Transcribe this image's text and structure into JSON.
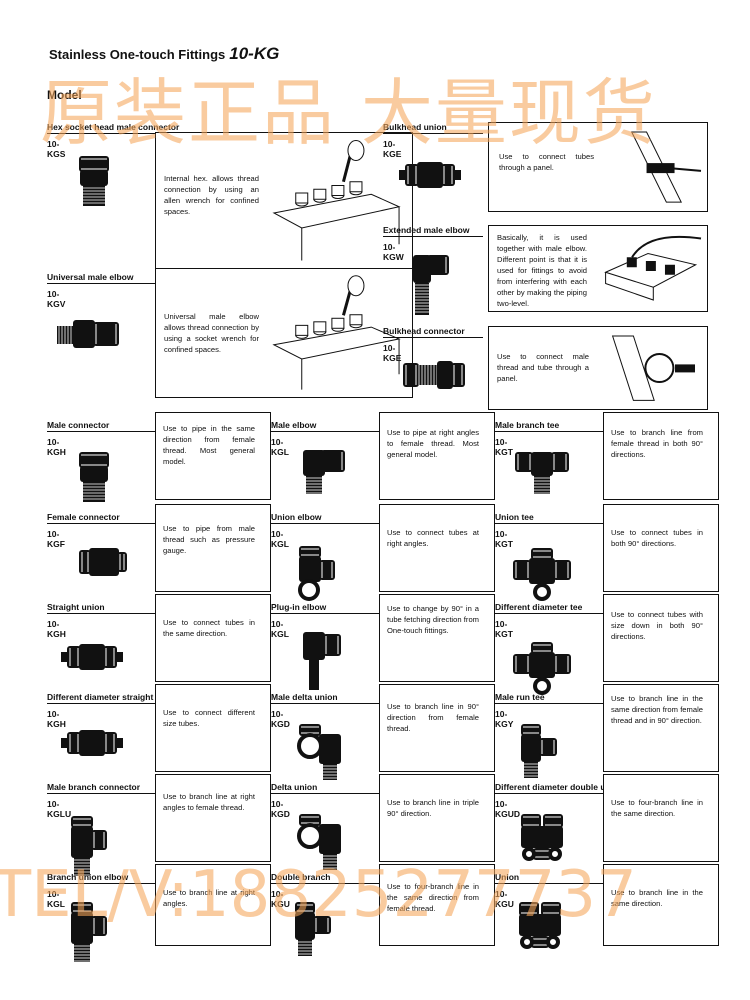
{
  "header": {
    "title": "Stainless One-touch Fittings",
    "code": "10-KG"
  },
  "section": {
    "title": "Model"
  },
  "items": [
    {
      "title": "Hex socket head male connector",
      "code": "10-KGS",
      "desc": "Internal hex. allows thread connection by using an allen wrench for confined spaces."
    },
    {
      "title": "Bulkhead union",
      "code": "10-KGE",
      "desc": "Use to connect tubes through a panel."
    },
    {
      "title": "Extended male elbow",
      "code": "10-KGW",
      "desc": "Basically, it is used together with male elbow. Different point is that it is used for fittings to avoid from interfering with each other by making the piping two-level."
    },
    {
      "title": "Universal male elbow",
      "code": "10-KGV",
      "desc": "Universal male elbow allows thread connection by using a socket wrench for confined spaces."
    },
    {
      "title": "Bulkhead connector",
      "code": "10-KGE",
      "desc": "Use to connect male thread and tube through a panel."
    },
    {
      "title": "Male connector",
      "code": "10-KGH",
      "desc": "Use to pipe in the same direction from female thread. Most general model."
    },
    {
      "title": "Male elbow",
      "code": "10-KGL",
      "desc": "Use to pipe at right angles to female thread. Most general model."
    },
    {
      "title": "Male branch tee",
      "code": "10-KGT",
      "desc": "Use to branch line from female thread in both 90° directions."
    },
    {
      "title": "Female connector",
      "code": "10-KGF",
      "desc": "Use to pipe from male thread such as pressure gauge."
    },
    {
      "title": "Union elbow",
      "code": "10-KGL",
      "desc": "Use to connect tubes at right angles."
    },
    {
      "title": "Union tee",
      "code": "10-KGT",
      "desc": "Use to connect tubes in both 90° directions."
    },
    {
      "title": "Straight union",
      "code": "10-KGH",
      "desc": "Use to connect tubes in the same direction."
    },
    {
      "title": "Plug-in elbow",
      "code": "10-KGL",
      "desc": "Use to change by 90° in a tube fetching direction from One-touch fittings."
    },
    {
      "title": "Different diameter tee",
      "code": "10-KGT",
      "desc": "Use to connect tubes with size down in both 90° directions."
    },
    {
      "title": "Different diameter straight",
      "code": "10-KGH",
      "desc": "Use to connect different size tubes."
    },
    {
      "title": "Male delta union",
      "code": "10-KGD",
      "desc": "Use to branch line in 90° direction from female thread."
    },
    {
      "title": "Male run tee",
      "code": "10-KGY",
      "desc": "Use to branch line in the same direction from female thread and in 90° direction."
    },
    {
      "title": "Male branch connector",
      "code": "10-KGLU",
      "desc": "Use to branch line at right angles to female thread."
    },
    {
      "title": "Delta union",
      "code": "10-KGD",
      "desc": "Use to branch line in triple 90° direction."
    },
    {
      "title": "Different diameter double union \"Y\"",
      "code": "10-KGUD",
      "desc": "Use to four-branch line in the same direction."
    },
    {
      "title": "Branch union elbow",
      "code": "10-KGL",
      "desc": "Use to branch line at right angles."
    },
    {
      "title": "Double branch",
      "code": "10-KGU",
      "desc": "Use to four-branch line in the same direction from female thread."
    },
    {
      "title": "Union",
      "code": "10-KGU",
      "desc": "Use to branch line in the same direction."
    }
  ],
  "watermark": {
    "line1": "原装正品 大量现货",
    "line2": "TEL/V:18825277737"
  }
}
